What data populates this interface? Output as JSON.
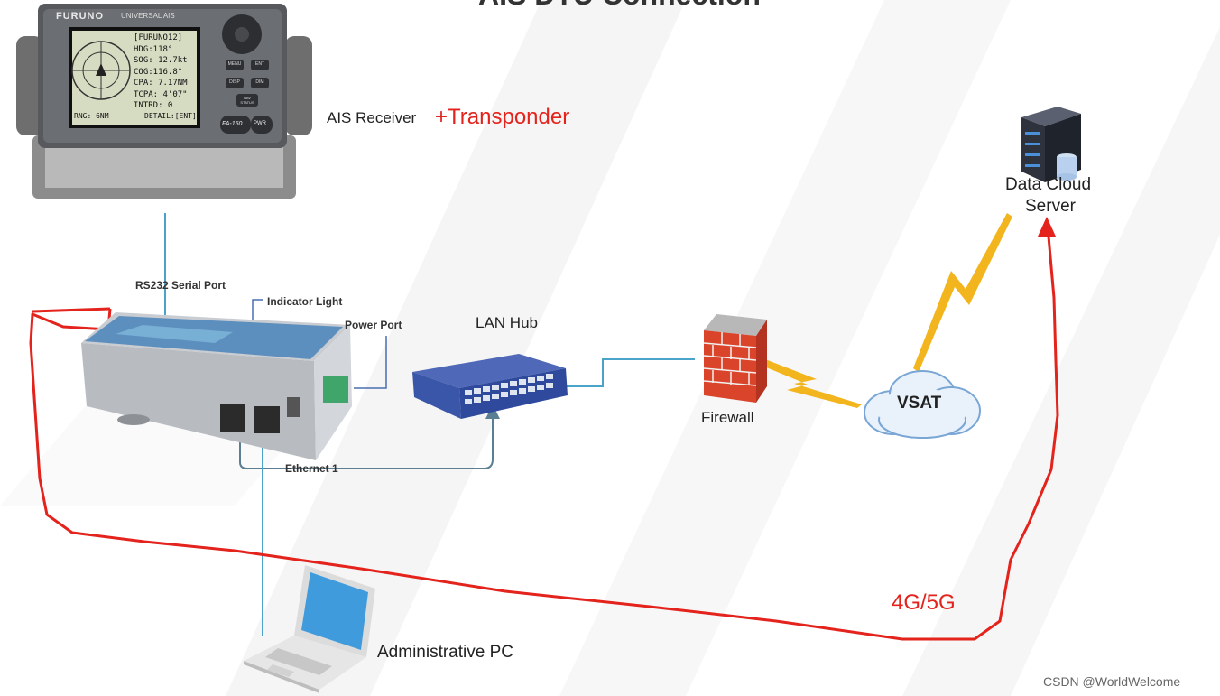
{
  "title": "AIS DTU Connection",
  "ais_display": {
    "brand": "FURUNO",
    "model_text": "UNIVERSAL AIS",
    "screen_lines": [
      "[FURUNO12]",
      "HDG:118°",
      "SOG: 12.7kt",
      "COG:116.8°",
      "CPA: 7.17NM",
      "TCPA: 4'07\"",
      "INTRD: 0"
    ],
    "screen_footer_left": "RNG: 6NM",
    "screen_footer_right": "DETAIL:[ENT]",
    "buttons": [
      "MENU",
      "ENT",
      "DISP",
      "DIM",
      "NAV STATUS"
    ],
    "model_badge": "FA-150",
    "power_button": "PWR"
  },
  "labels": {
    "ais_receiver": "AIS Receiver",
    "transponder": "+Transponder",
    "rs232": "RS232 Serial Port",
    "indicator_light": "Indicator Light",
    "power_port": "Power Port",
    "lan_hub": "LAN Hub",
    "ethernet": "Ethernet 1",
    "firewall": "Firewall",
    "vsat": "VSAT",
    "data_cloud": "Data Cloud",
    "server": "Server",
    "cellular": "4G/5G",
    "admin_pc": "Administrative PC",
    "watermark": "CSDN @WorldWelcome"
  },
  "colors": {
    "red_link": "#e3231c",
    "wire_blue": "#4aa3c8",
    "lightning": "#f2b51d",
    "accent_red_text": "#e3231c"
  }
}
